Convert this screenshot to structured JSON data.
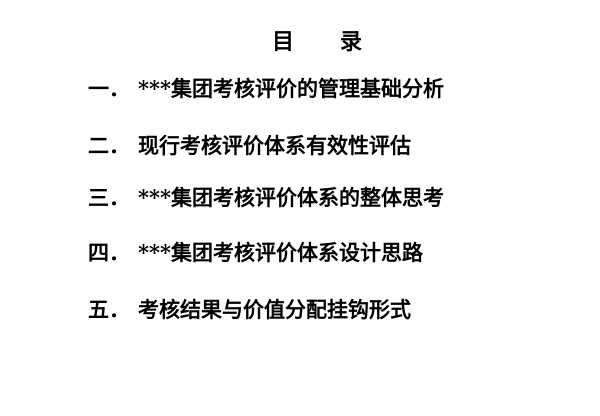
{
  "document": {
    "title_char_1": "目",
    "title_char_2": "录",
    "items": [
      {
        "num": "一．",
        "text": "***集团考核评价的管理基础分析"
      },
      {
        "num": "二．",
        "text": "现行考核评价体系有效性评估"
      },
      {
        "num": "三．",
        "text": "***集团考核评价体系的整体思考"
      },
      {
        "num": "四．",
        "text": "***集团考核评价体系设计思路"
      },
      {
        "num": "五．",
        "text": "考核结果与价值分配挂钩形式"
      }
    ]
  }
}
